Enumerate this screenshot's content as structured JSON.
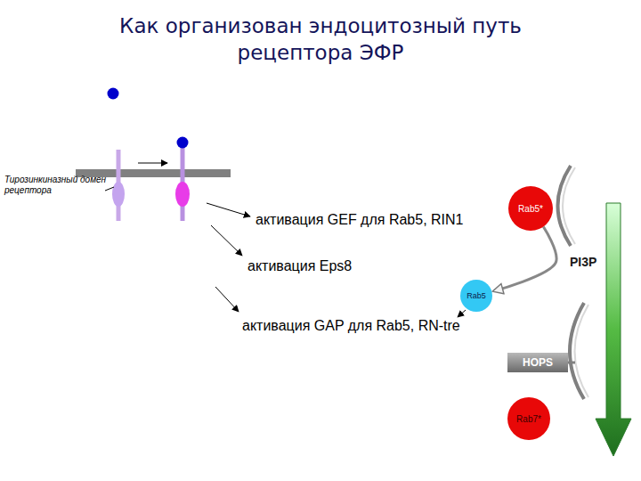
{
  "diagram": {
    "title": "Как организован эндоцитозный путь рецептора ЭФР",
    "nodes": [
      {
        "text": [
          "Rab5*"
        ]
      },
      {
        "text": [
          "Rab5"
        ]
      },
      {
        "text": [
          "HOPS"
        ]
      },
      {
        "text": [
          "Rab7*"
        ]
      }
    ],
    "edges": [
      {
        "from": 0,
        "to": 1,
        "arrow": "to"
      }
    ],
    "labels": [
      "Тирозинкиназный домен рецептора",
      "активация GEF для Rab5, RIN1",
      "активация Eps8",
      "активация GAP для Rab5, RN-tre",
      "PI3P"
    ]
  }
}
